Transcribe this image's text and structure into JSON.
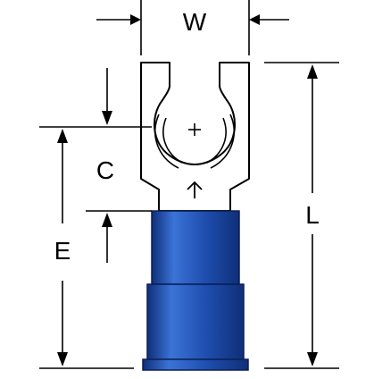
{
  "dimensions": {
    "width_label": "W",
    "depth_label": "C",
    "position_label": "E",
    "length_label": "L"
  },
  "colors": {
    "insulation": "#1f4fb0",
    "insulation_highlight": "#3b73d6",
    "insulation_shadow": "#0f2f78",
    "line": "#000000"
  },
  "icons": {
    "center": "crosshair-plus",
    "direction": "up-arrow"
  }
}
